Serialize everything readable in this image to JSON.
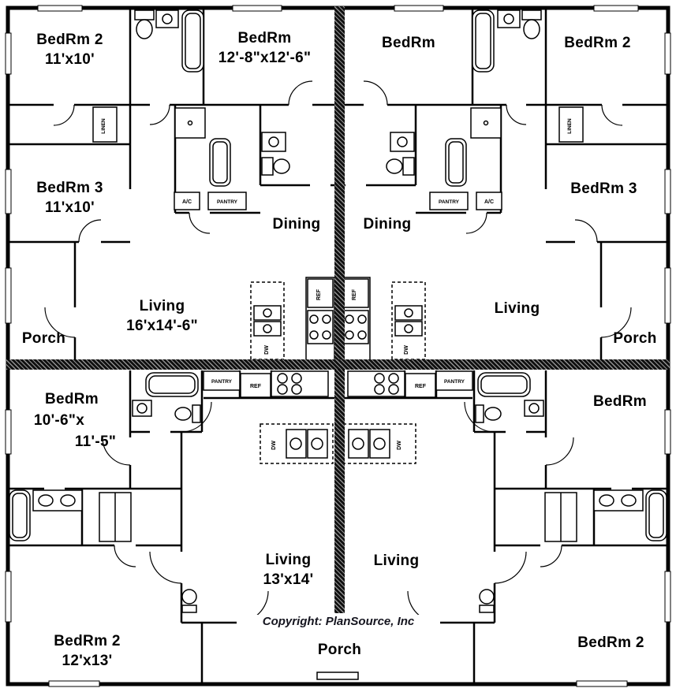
{
  "copyright": "Copyright: PlanSource, Inc",
  "units": {
    "top_left": {
      "bedrm2": {
        "name": "BedRm 2",
        "dims": "11'x10'"
      },
      "bedrm": {
        "name": "BedRm",
        "dims": "12'-8\"x12'-6\""
      },
      "bedrm3": {
        "name": "BedRm 3",
        "dims": "11'x10'"
      },
      "dining": {
        "name": "Dining"
      },
      "living": {
        "name": "Living",
        "dims": "16'x14'-6\""
      },
      "porch": {
        "name": "Porch"
      }
    },
    "top_right": {
      "bedrm": {
        "name": "BedRm"
      },
      "bedrm2": {
        "name": "BedRm 2"
      },
      "bedrm3": {
        "name": "BedRm 3"
      },
      "dining": {
        "name": "Dining"
      },
      "living": {
        "name": "Living"
      },
      "porch": {
        "name": "Porch"
      }
    },
    "bottom_left": {
      "bedrm": {
        "name": "BedRm",
        "dims_line1": "10'-6\"x",
        "dims_line2": "11'-5\""
      },
      "bedrm2": {
        "name": "BedRm 2",
        "dims": "12'x13'"
      },
      "living": {
        "name": "Living",
        "dims": "13'x14'"
      }
    },
    "bottom_right": {
      "bedrm": {
        "name": "BedRm"
      },
      "bedrm2": {
        "name": "BedRm 2"
      },
      "living": {
        "name": "Living"
      }
    },
    "bottom_shared": {
      "porch": {
        "name": "Porch"
      }
    }
  },
  "fixture_labels": {
    "linen": "LINEN",
    "pantry": "PANTRY",
    "ac": "A/C",
    "ref": "REF",
    "dw": "DW"
  }
}
